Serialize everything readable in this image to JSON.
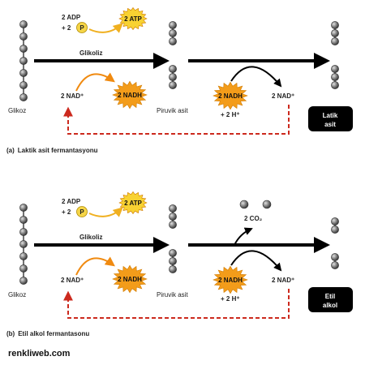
{
  "panel_a": {
    "glucose": "Glikoz",
    "pyruvate": "Piruvik asit",
    "glycolysis": "Glikoliz",
    "adp": "2 ADP",
    "plus_p": "+ 2",
    "p": "P",
    "atp": "2 ATP",
    "nad_left": "2 NAD⁺",
    "nadh_left": "2 NADH",
    "nadh_right": "2 NADH",
    "h_plus": "+ 2 H⁺",
    "nad_right": "2 NAD⁺",
    "product_line1": "Latik",
    "product_line2": "asit",
    "caption_letter": "(a)",
    "caption_text": "Laktik asit fermantasyonu"
  },
  "panel_b": {
    "glucose": "Glikoz",
    "pyruvate": "Piruvik asit",
    "glycolysis": "Glikoliz",
    "adp": "2 ADP",
    "plus_p": "+ 2",
    "p": "P",
    "atp": "2 ATP",
    "nad_left": "2 NAD⁺",
    "nadh_left": "2 NADH",
    "nadh_right": "2 NADH",
    "h_plus": "+ 2 H⁺",
    "nad_right": "2 NAD⁺",
    "co2": "2 CO₂",
    "product_line1": "Etil",
    "product_line2": "alkol",
    "caption_letter": "(b)",
    "caption_text": "Etil alkol fermantasonu"
  },
  "watermark": "renkliweb.com",
  "colors": {
    "burst_orange": "#f39c1a",
    "burst_yellow": "#f8d232",
    "phosphate_yellow": "#f5d547",
    "recycle_red": "#cc2a1e",
    "product_box": "#000000",
    "bead_gray": "#666666"
  }
}
